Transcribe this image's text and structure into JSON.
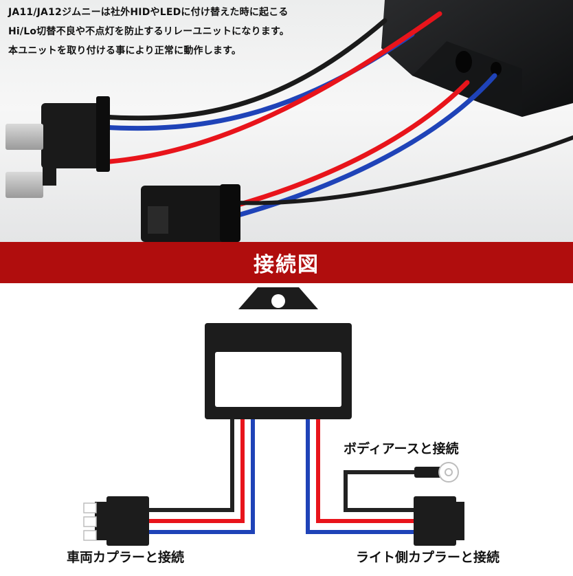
{
  "intro": {
    "line1": "JA11/JA12ジムニーは社外HIDやLEDに付け替えた時に起こる",
    "line2": "Hi/Lo切替不良や不点灯を防止するリレーユニットになります。",
    "line3": "本ユニットを取り付ける事により正常に動作します。"
  },
  "banner": {
    "title": "接続図"
  },
  "diagram": {
    "body_ground_label": "ボディアースと接続",
    "vehicle_coupler_label": "車両カプラーと接続",
    "light_coupler_label": "ライト側カプラーと接続"
  },
  "colors": {
    "banner_red": "#b00d0d",
    "wire_red": "#e8141b",
    "wire_blue": "#1f43b8",
    "wire_black": "#222222",
    "unit_black": "#1c1c1c"
  }
}
